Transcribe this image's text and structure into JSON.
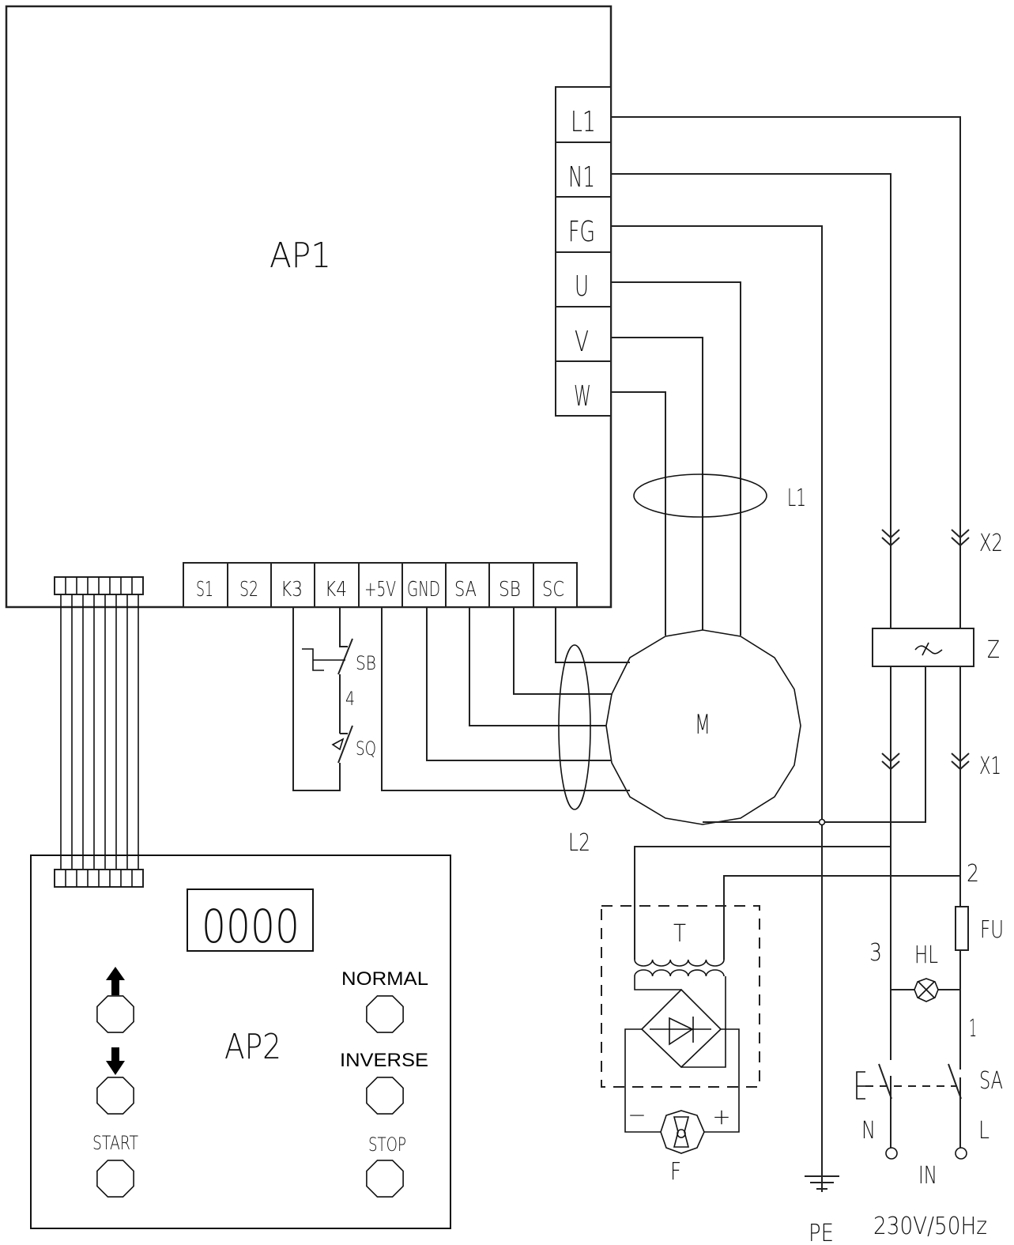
{
  "diagram": {
    "title": "Motor drive wiring diagram",
    "ap1": {
      "label": "AP1",
      "right_terminals": [
        "L1",
        "N1",
        "FG",
        "U",
        "V",
        "W"
      ],
      "bottom_terminals": [
        "S1",
        "S2",
        "K3",
        "K4",
        "+5V",
        "GND",
        "SA",
        "SB",
        "SC"
      ]
    },
    "ap2": {
      "label": "AP2",
      "display_value": "0000",
      "buttons": [
        {
          "id": "up",
          "label": "",
          "icon": "arrow-up-icon"
        },
        {
          "id": "down",
          "label": "",
          "icon": "arrow-down-icon"
        },
        {
          "id": "start",
          "label": "START"
        },
        {
          "id": "normal",
          "label": "NORMAL"
        },
        {
          "id": "inverse",
          "label": "INVERSE"
        },
        {
          "id": "stop",
          "label": "STOP"
        }
      ]
    },
    "motor": {
      "label": "M"
    },
    "ferrite_rings": {
      "top": "L1",
      "bottom": "L2"
    },
    "switches": {
      "sb": "SB",
      "node4": "4",
      "sq": "SQ"
    },
    "filter": {
      "label": "Z",
      "connector_top": "X2",
      "connector_bottom": "X1"
    },
    "power_section": {
      "node2": "2",
      "fuse": "FU",
      "node3": "3",
      "lamp": "HL",
      "node1": "1",
      "main_switch": "SA",
      "neutral": "N",
      "line": "L",
      "input": "IN",
      "supply": "230V/50Hz",
      "earth": "PE"
    },
    "psu": {
      "transformer": "T",
      "fan": "F",
      "minus": "−",
      "plus": "+"
    }
  }
}
